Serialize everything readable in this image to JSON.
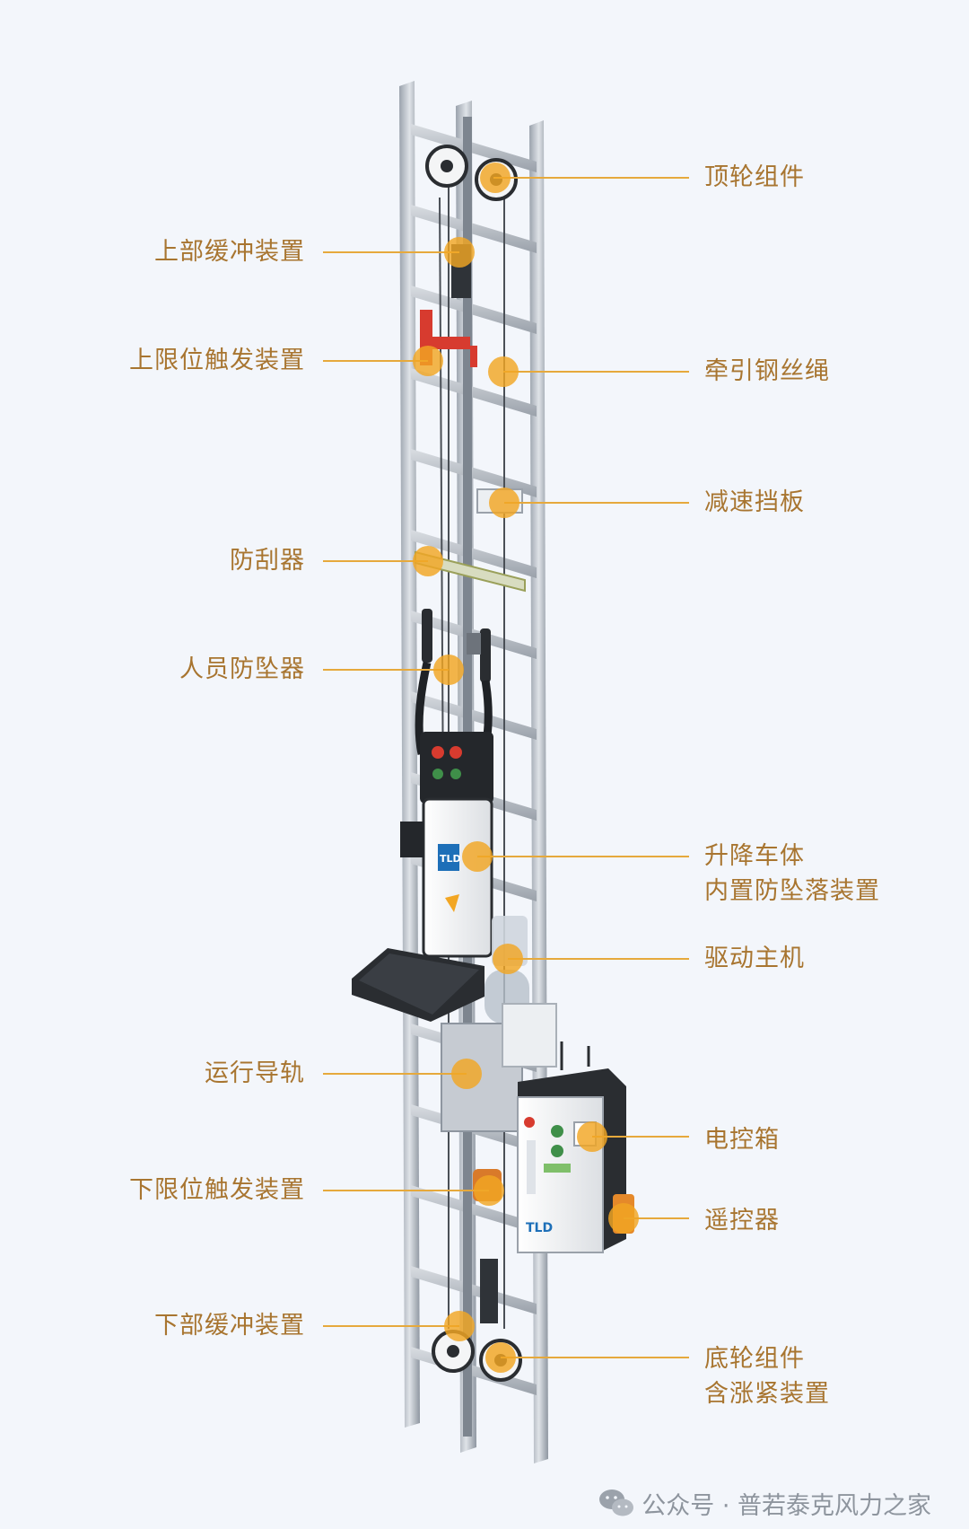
{
  "labels": {
    "top_wheel": "顶轮组件",
    "upper_buffer": "上部缓冲装置",
    "upper_limit": "上限位触发装置",
    "traction_rope": "牵引钢丝绳",
    "deceleration_plate": "减速挡板",
    "anti_scratch": "防刮器",
    "fall_arrester": "人员防坠器",
    "car_body_line1": "升降车体",
    "car_body_line2": "内置防坠落装置",
    "drive_motor": "驱动主机",
    "guide_rail": "运行导轨",
    "control_box": "电控箱",
    "remote": "遥控器",
    "lower_limit": "下限位触发装置",
    "lower_buffer": "下部缓冲装置",
    "bottom_wheel_line1": "底轮组件",
    "bottom_wheel_line2": "含涨紧装置"
  },
  "device": {
    "brand_logo": "TLD"
  },
  "watermark": {
    "icon": "wechat-icon",
    "text": "公众号 · 普若泰克风力之家"
  },
  "colors": {
    "background": "#f3f6fb",
    "label_text": "#a87530",
    "leader_line": "#e6a93c",
    "marker_dot": "#f2a623",
    "ladder_frame": "#c5cad1",
    "control_box": "#f7f7f7",
    "car_panel": "#eef1f4"
  }
}
